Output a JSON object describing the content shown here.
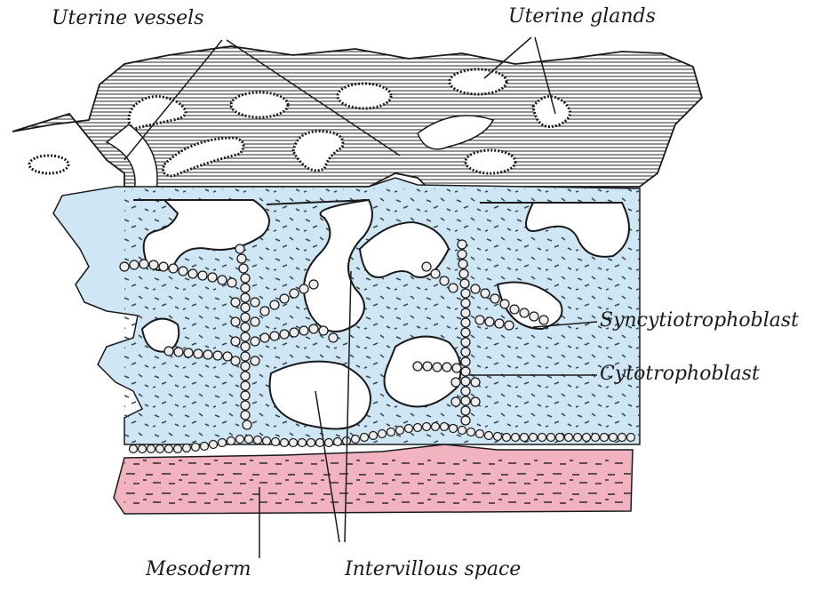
{
  "labels": {
    "uterine_vessels": "Uterine vessels",
    "uterine_glands": "Uterine glands",
    "syncytiotrophoblast": "Syncytiotrophoblast",
    "cytotrophoblast": "Cytotrophoblast",
    "mesoderm": "Mesoderm",
    "intervillous_space": "Intervillous space"
  },
  "colors": {
    "decidua_fill": "#d9d9d9",
    "hatch": "#3a3a3a",
    "trophoblast_fill": "#cfe6f4",
    "mesoderm_fill": "#f2b3c1",
    "line": "#1a1a1a",
    "cell_fill": "#eeeeee"
  }
}
